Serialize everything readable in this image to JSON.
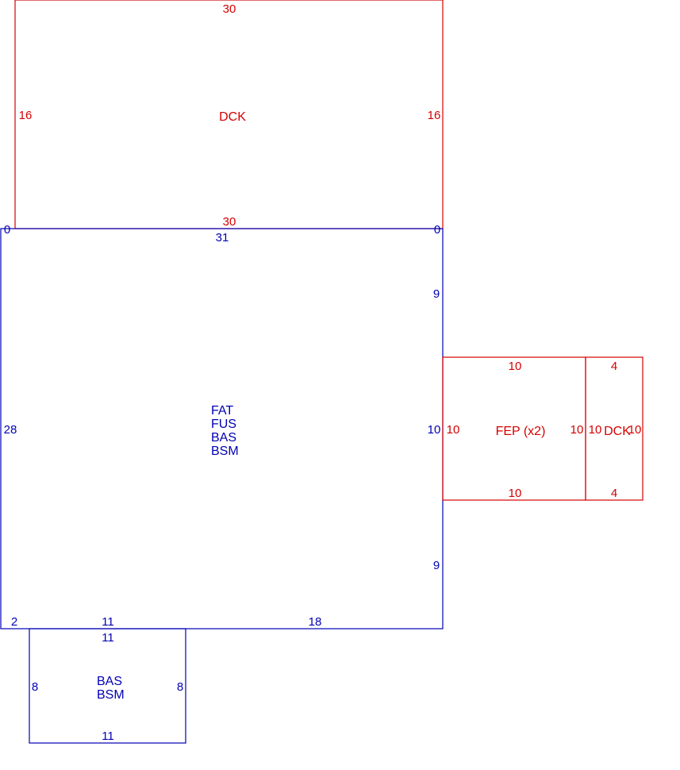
{
  "colors": {
    "red": "#d50000",
    "blue": "#0000b4"
  },
  "areas": {
    "deck_top": {
      "label": "DCK"
    },
    "main": {
      "label_lines": [
        "FAT",
        "FUS",
        "BAS",
        "BSM"
      ]
    },
    "fep": {
      "label": "FEP (x2)"
    },
    "deck_right": {
      "label": "DCK"
    },
    "basement": {
      "label_lines": [
        "BAS",
        "BSM"
      ]
    }
  },
  "dimensions": {
    "deck_top": {
      "top": "30",
      "bottom": "30",
      "left": "16",
      "right": "16",
      "corner_left": "0",
      "corner_right": "0"
    },
    "main": {
      "top": "31",
      "left": "28",
      "right_upper": "9",
      "right_mid": "10",
      "right_lower": "9",
      "bottom_left": "2",
      "bottom_mid": "11",
      "bottom_right": "18"
    },
    "fep": {
      "top": "10",
      "bottom": "10",
      "left": "10",
      "right": "10"
    },
    "deck_right": {
      "top": "4",
      "bottom": "4",
      "left": "10",
      "right": "10"
    },
    "basement": {
      "top": "11",
      "bottom": "11",
      "left": "8",
      "right": "8"
    }
  }
}
